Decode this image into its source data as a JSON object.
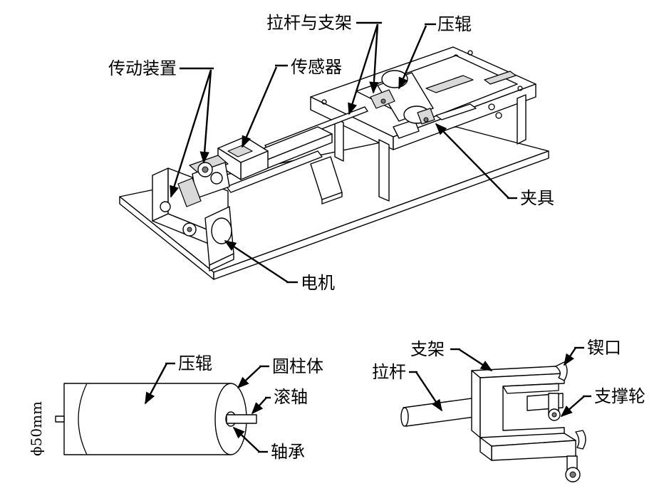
{
  "top_assembly": {
    "labels": {
      "pull_rod_bracket": "拉杆与支架",
      "pressure_roller": "压辊",
      "transmission": "传动装置",
      "sensor": "传感器",
      "fixture": "夹具",
      "motor": "电机"
    }
  },
  "roller_detail": {
    "labels": {
      "pressure_roller": "压辊",
      "cylinder": "圆柱体",
      "rolling_shaft": "滚轴",
      "bearing": "轴承",
      "diameter": "ϕ50mm"
    }
  },
  "bracket_detail": {
    "labels": {
      "bracket": "支架",
      "pull_rod": "拉杆",
      "notch": "锲口",
      "support_wheel": "支撑轮"
    }
  },
  "colors": {
    "line": "#000000",
    "fill": "#ffffff",
    "shade": "#d9d9d9"
  }
}
